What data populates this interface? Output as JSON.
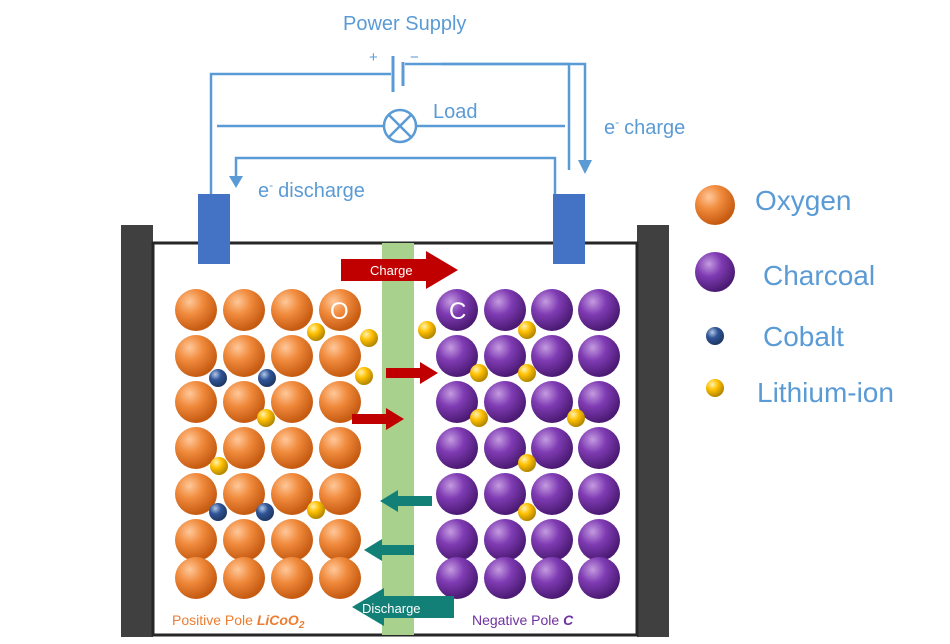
{
  "labels": {
    "power_supply": "Power Supply",
    "plus": "+",
    "minus": "−",
    "load": "Load",
    "e_charge": "charge",
    "e_discharge": "discharge",
    "e_symbol": "e",
    "e_sup": "-",
    "charge_arrow": "Charge",
    "discharge_arrow": "Discharge",
    "o_letter": "O",
    "c_letter": "C"
  },
  "poles": {
    "positive_prefix": "Positive Pole ",
    "positive_formula": "LiCoO",
    "positive_sub": "2",
    "negative_prefix": "Negative Pole ",
    "negative_formula": "C"
  },
  "legend": {
    "items": [
      {
        "label": "Oxygen",
        "icon": "orange-sphere-icon"
      },
      {
        "label": "Charcoal",
        "icon": "purple-sphere-icon"
      },
      {
        "label": "Cobalt",
        "icon": "blue-sphere-icon"
      },
      {
        "label": "Lithium-ion",
        "icon": "gold-sphere-icon"
      }
    ]
  },
  "colors": {
    "wire": "#5b9bd5",
    "electrode": "#4472c4",
    "oxygen": "#ed7d31",
    "charcoal": "#7030a0",
    "cobalt": "#2f5597",
    "lithium": "#ffc000",
    "separator": "#a9d18e",
    "charge_arrow": "#c00000",
    "discharge_arrow": "#138078",
    "positive_text": "#ed7d31",
    "negative_text": "#7030a0"
  }
}
